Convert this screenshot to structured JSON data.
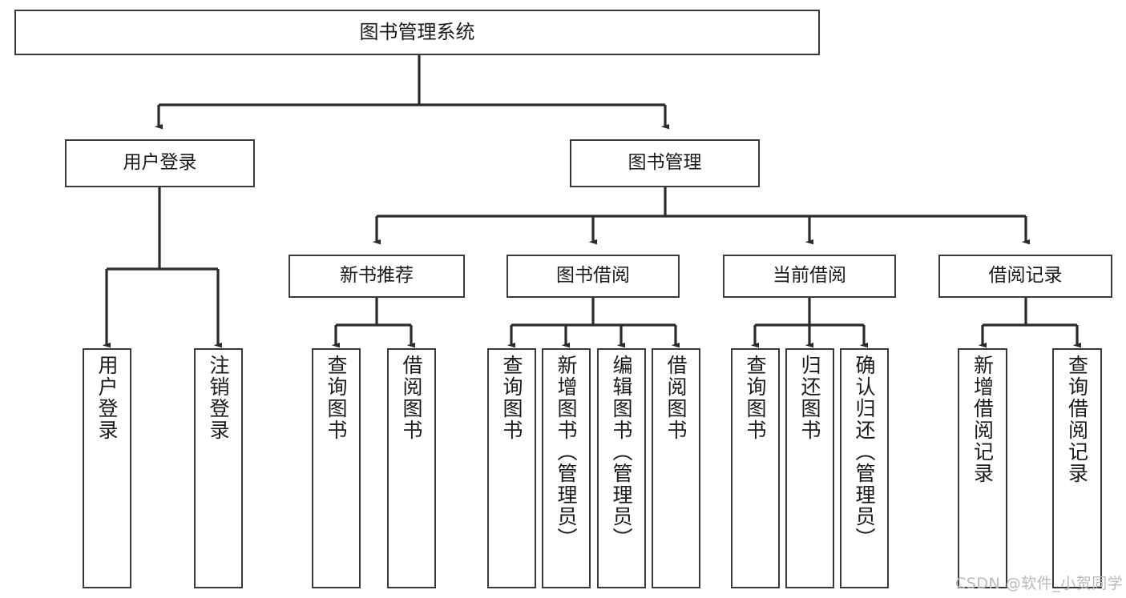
{
  "diagram": {
    "title": "图书管理系统",
    "type": "tree-hierarchy",
    "watermark": "CSDN @软件_小贺同学",
    "style": {
      "box_border": "#3a3a3a",
      "box_fill": "#ffffff",
      "line": "#2b2b2b",
      "text": "#1a1a1a",
      "watermark_color": "#b9b9b9"
    },
    "nodes": {
      "root": {
        "label": "图书管理系统"
      },
      "l2": [
        {
          "id": "user-login",
          "label": "用户登录"
        },
        {
          "id": "book-manage",
          "label": "图书管理"
        }
      ],
      "l3": [
        {
          "id": "new-book-recommend",
          "label": "新书推荐"
        },
        {
          "id": "book-borrow",
          "label": "图书借阅"
        },
        {
          "id": "current-borrow",
          "label": "当前借阅"
        },
        {
          "id": "borrow-record",
          "label": "借阅记录"
        }
      ],
      "leaves": [
        {
          "id": "leaf-user-login",
          "label": "用户登录",
          "parent": "user-login"
        },
        {
          "id": "leaf-logout",
          "label": "注销登录",
          "parent": "user-login"
        },
        {
          "id": "leaf-query-book-1",
          "label": "查询图书",
          "parent": "new-book-recommend"
        },
        {
          "id": "leaf-borrow-book-1",
          "label": "借阅图书",
          "parent": "new-book-recommend"
        },
        {
          "id": "leaf-query-book-2",
          "label": "查询图书",
          "parent": "book-borrow"
        },
        {
          "id": "leaf-add-book",
          "label": "新增图书（管理员）",
          "parent": "book-borrow"
        },
        {
          "id": "leaf-edit-book",
          "label": "编辑图书（管理员）",
          "parent": "book-borrow"
        },
        {
          "id": "leaf-borrow-book-2",
          "label": "借阅图书",
          "parent": "book-borrow"
        },
        {
          "id": "leaf-query-book-3",
          "label": "查询图书",
          "parent": "current-borrow"
        },
        {
          "id": "leaf-return-book",
          "label": "归还图书",
          "parent": "current-borrow"
        },
        {
          "id": "leaf-confirm-return",
          "label": "确认归还（管理员）",
          "parent": "current-borrow"
        },
        {
          "id": "leaf-add-record",
          "label": "新增借阅记录",
          "parent": "borrow-record"
        },
        {
          "id": "leaf-query-record",
          "label": "查询借阅记录",
          "parent": "borrow-record"
        }
      ]
    }
  }
}
